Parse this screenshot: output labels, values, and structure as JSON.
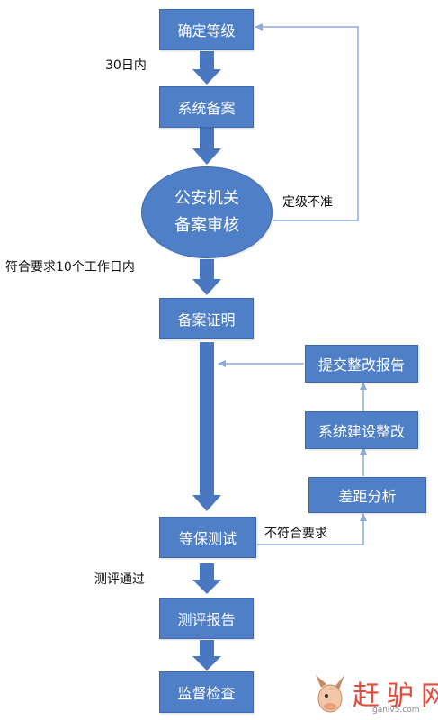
{
  "nodes": {
    "confirm_level": "确定等级",
    "system_filing": "系统备案",
    "police_review_line1": "公安机关",
    "police_review_line2": "备案审核",
    "filing_certificate": "备案证明",
    "submit_report": "提交整改报告",
    "system_rectification": "系统建设整改",
    "gap_analysis": "差距分析",
    "assessment": "等保测试",
    "assessment_report": "测评报告",
    "supervision": "监督检查"
  },
  "labels": {
    "within_30_days": "30日内",
    "rejected": "定级不准",
    "within_10_days": "符合要求10个工作日内",
    "not_compliant": "不符合要求",
    "passed": "测评通过"
  },
  "watermark": {
    "text": "赶驴网",
    "url": "ganlv5.com"
  },
  "colors": {
    "node_fill": "#4f7fc6",
    "node_border": "#3d69ad",
    "arrow": "#4a78c0",
    "thin_line": "#8eaadb"
  }
}
